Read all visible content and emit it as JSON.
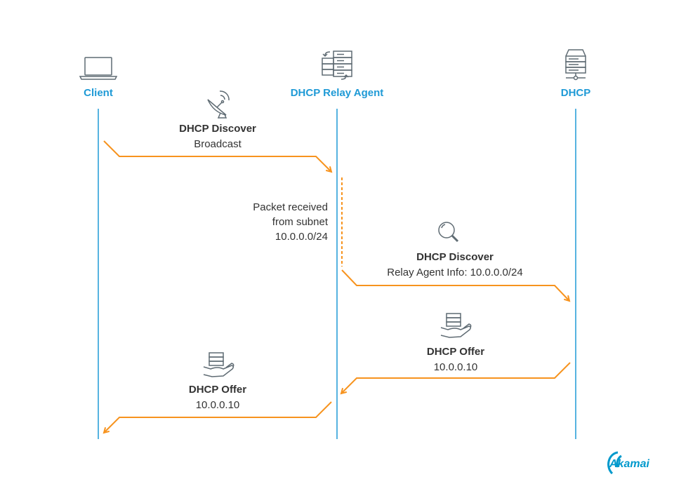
{
  "colors": {
    "lifeline": "#1f9ad6",
    "arrow": "#f7931e",
    "icon": "#5f6b73",
    "accent": "#1f9ad6",
    "logo": "#0099cc"
  },
  "actors": [
    {
      "name": "Client",
      "icon": "laptop-icon"
    },
    {
      "name": "DHCP Relay Agent",
      "icon": "server-sync-icon"
    },
    {
      "name": "DHCP",
      "icon": "server-icon"
    }
  ],
  "messages": [
    {
      "title": "DHCP Discover",
      "detail": "Broadcast",
      "icon": "satellite-dish-icon"
    },
    {
      "title": "DHCP Discover",
      "detail": "Relay Agent Info: 10.0.0.0/24",
      "icon": "magnifier-icon"
    },
    {
      "title": "DHCP Offer",
      "detail": "10.0.0.10",
      "icon": "server-hand-icon"
    },
    {
      "title": "DHCP Offer",
      "detail": "10.0.0.10",
      "icon": "server-hand-icon"
    }
  ],
  "note": {
    "line1": "Packet received",
    "line2": "from subnet",
    "line3": "10.0.0.0/24"
  },
  "logo": {
    "text": "Akamai"
  }
}
